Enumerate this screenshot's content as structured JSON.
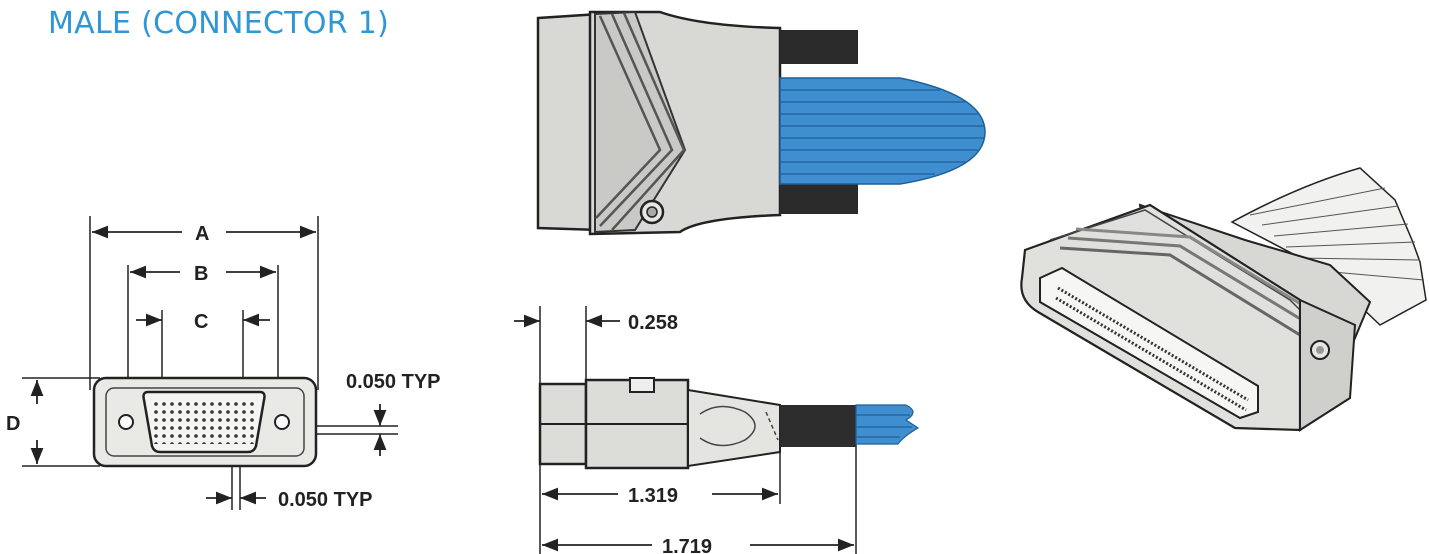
{
  "title": "MALE (CONNECTOR 1)",
  "labels": {
    "a": "A",
    "b": "B",
    "c": "C",
    "d": "D",
    "typ_vertical": "0.050 TYP",
    "typ_horizontal": "0.050 TYP",
    "dim_offset": "0.258",
    "dim_body": "1.319",
    "dim_overall": "1.719"
  },
  "colors": {
    "title": "#2f97d4",
    "cable": "#3f8fd0",
    "body": "#d9d9d6",
    "outline": "#222222"
  }
}
